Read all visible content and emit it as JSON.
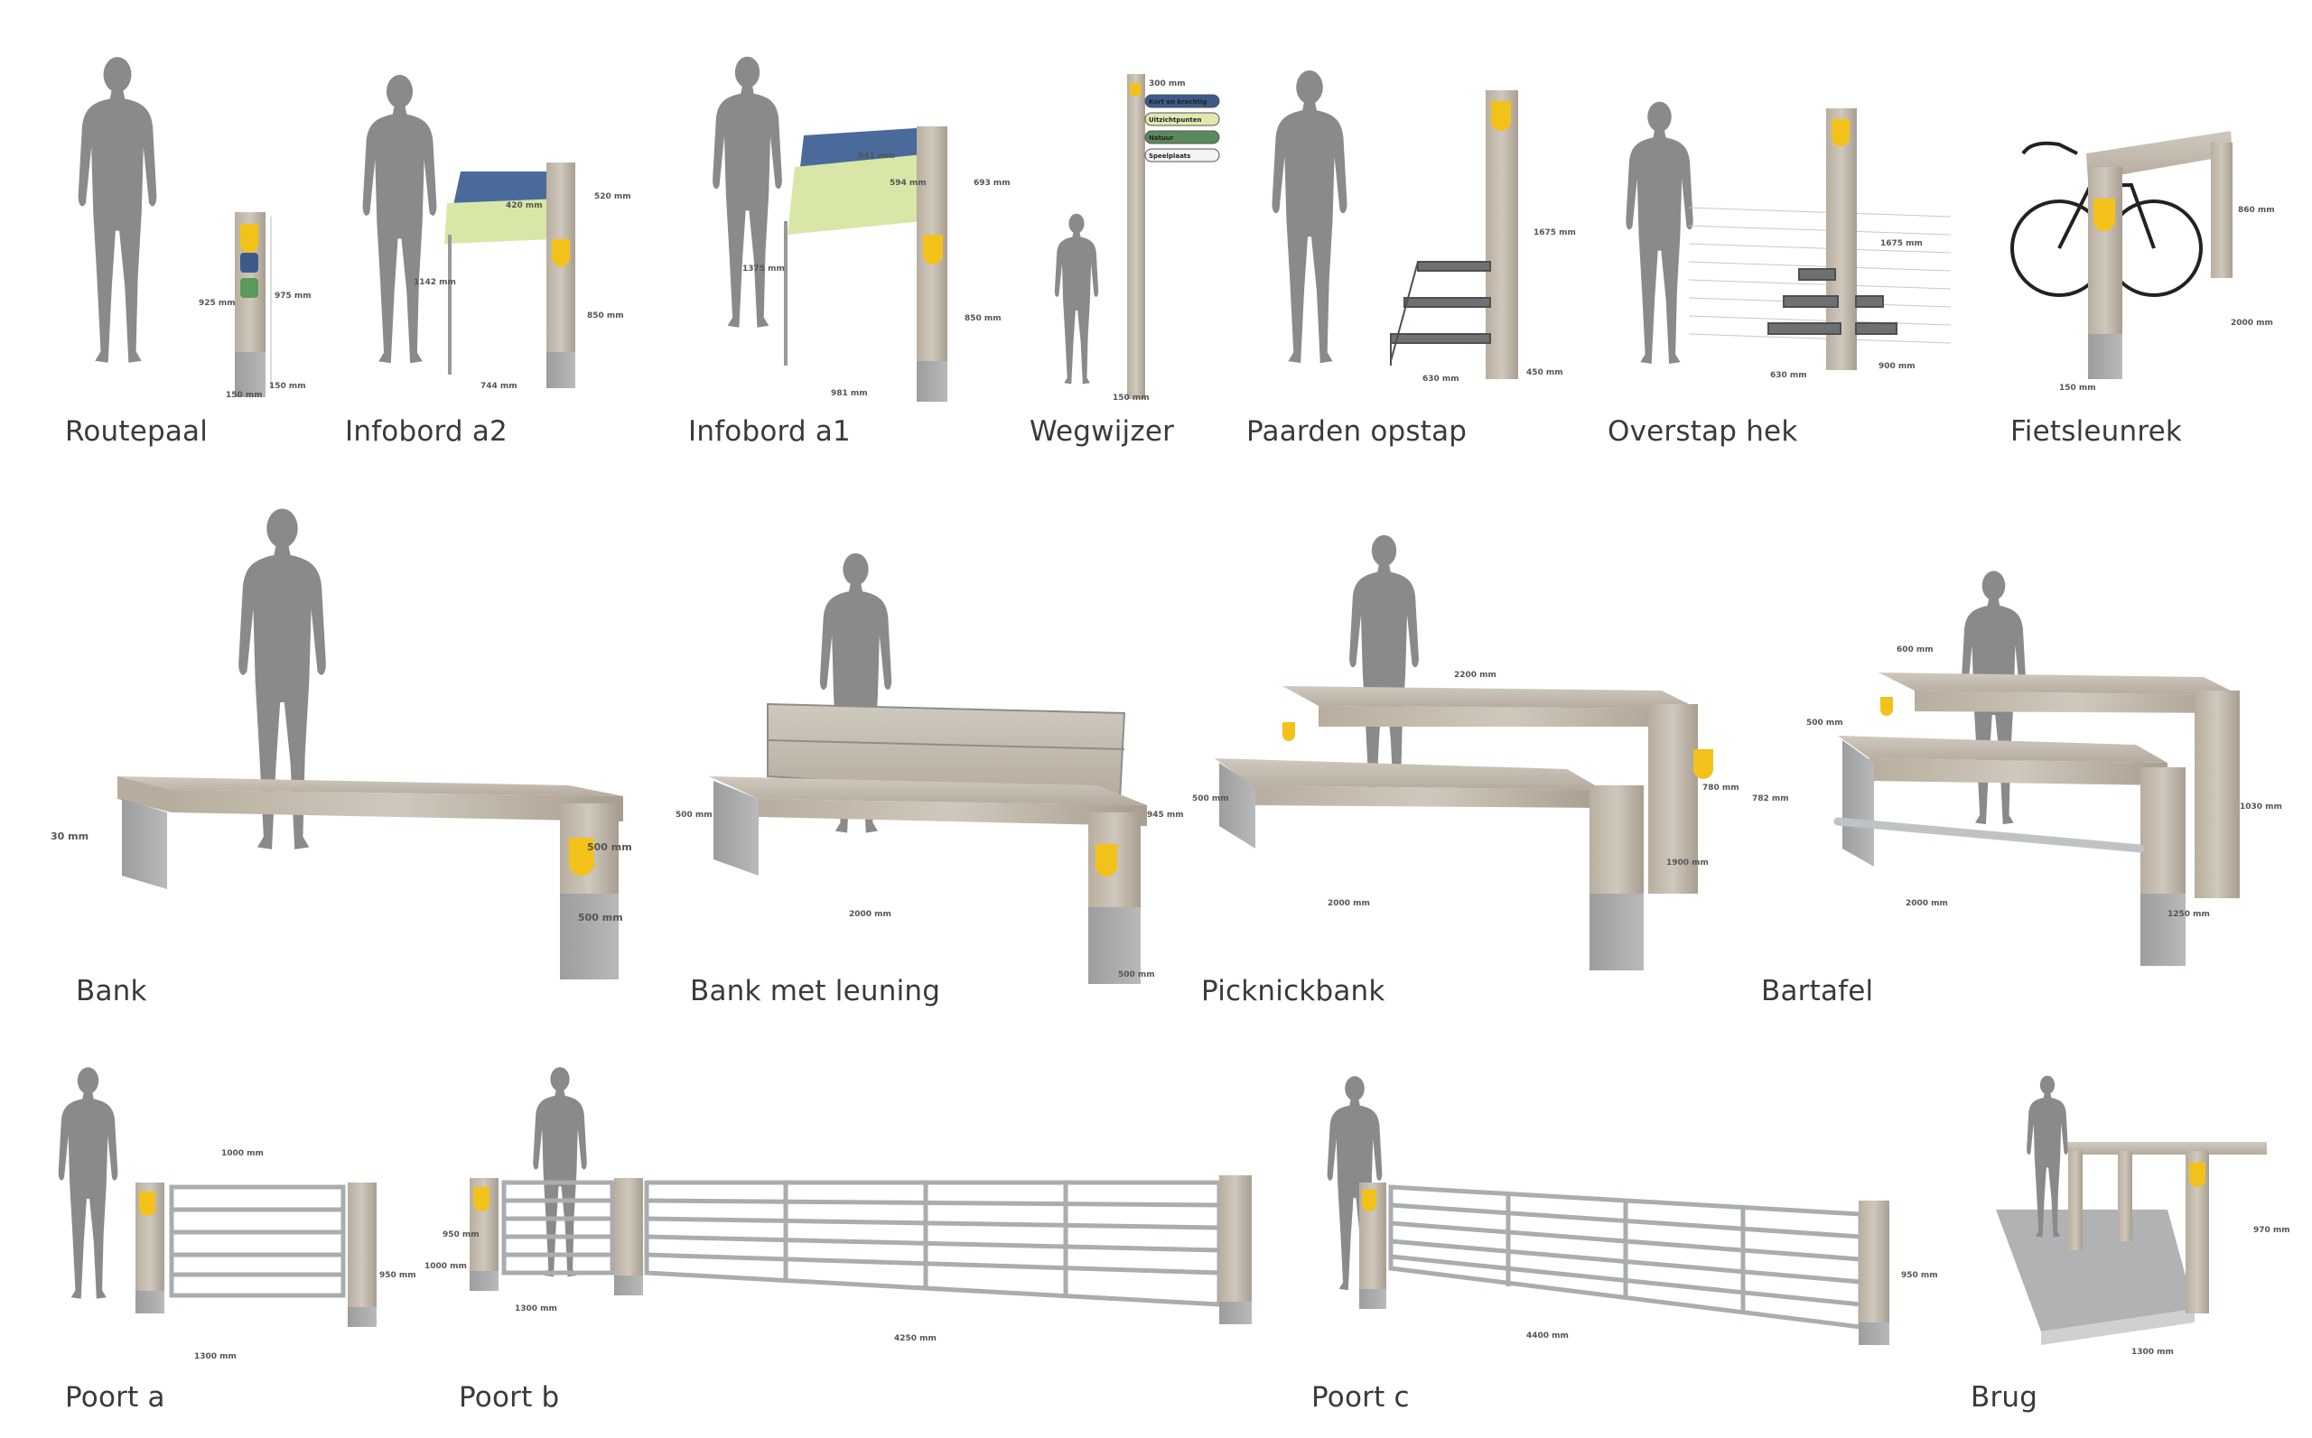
{
  "items": [
    {
      "caption": "Routepaal",
      "dims": [
        "925 mm",
        "975 mm",
        "150 mm",
        "150 mm"
      ]
    },
    {
      "caption": "Infobord a2",
      "dims": [
        "520 mm",
        "850 mm",
        "1142 mm",
        "744 mm",
        "420 mm"
      ]
    },
    {
      "caption": "Infobord a1",
      "dims": [
        "693 mm",
        "850 mm",
        "1375 mm",
        "981 mm",
        "594 mm",
        "841 mm"
      ]
    },
    {
      "caption": "Wegwijzer",
      "dims": [
        "300 mm",
        "150 mm"
      ],
      "signs": [
        "Kort en krachtig",
        "Uitzichtpunten",
        "Natuur",
        "Speelplaats"
      ]
    },
    {
      "caption": "Paarden opstap",
      "dims": [
        "1675 mm",
        "450 mm",
        "630 mm"
      ]
    },
    {
      "caption": "Overstap hek",
      "dims": [
        "1675 mm",
        "630 mm",
        "900 mm"
      ]
    },
    {
      "caption": "Fietsleunrek",
      "dims": [
        "860 mm",
        "2000 mm",
        "150 mm"
      ]
    },
    {
      "caption": "Bank",
      "dims": [
        "30 mm",
        "500 mm",
        "500 mm"
      ]
    },
    {
      "caption": "Bank met leuning",
      "dims": [
        "500 mm",
        "945 mm",
        "2000 mm",
        "500 mm"
      ]
    },
    {
      "caption": "Picknickbank",
      "dims": [
        "2200 mm",
        "500 mm",
        "780 mm",
        "1900 mm",
        "2000 mm"
      ]
    },
    {
      "caption": "Bartafel",
      "dims": [
        "600 mm",
        "500 mm",
        "782 mm",
        "1030 mm",
        "2000 mm",
        "1250 mm"
      ]
    },
    {
      "caption": "Poort a",
      "dims": [
        "1000 mm",
        "950 mm",
        "1000 mm",
        "1300 mm"
      ]
    },
    {
      "caption": "Poort b",
      "dims": [
        "950 mm",
        "1300 mm",
        "4250 mm"
      ]
    },
    {
      "caption": "Poort c",
      "dims": [
        "950 mm",
        "4400 mm"
      ]
    },
    {
      "caption": "Brug",
      "dims": [
        "970 mm",
        "1300 mm"
      ]
    }
  ],
  "colors": {
    "silhouette": "#8a8a8a",
    "wood": "#c4bcb0",
    "concrete": "#a9aaaa",
    "metal": "#bfc3c6",
    "badge": "#f2c21b",
    "sign_blue": "#4a6a9c",
    "sign_green": "#d8e7a8"
  }
}
